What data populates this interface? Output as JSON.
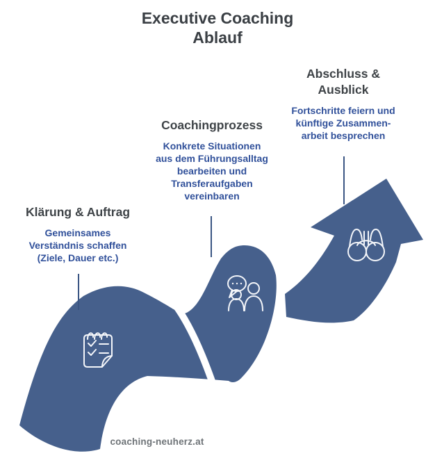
{
  "title": {
    "line1": "Executive Coaching",
    "line2": "Ablauf"
  },
  "stages": [
    {
      "id": "klaerung-auftrag",
      "heading_lines": [
        "Klärung & Auftrag"
      ],
      "body_lines": [
        "Gemeinsames",
        "Verständnis schaffen",
        "(Ziele, Dauer etc.)"
      ],
      "icon": "notepad-checklist-icon"
    },
    {
      "id": "coachingprozess",
      "heading_lines": [
        "Coachingprozess"
      ],
      "body_lines": [
        "Konkrete Situationen",
        "aus dem Führungsalltag",
        "bearbeiten und",
        "Transferaufgaben",
        "vereinbaren"
      ],
      "icon": "chat-people-icon"
    },
    {
      "id": "abschluss-ausblick",
      "heading_lines": [
        "Abschluss &",
        "Ausblick"
      ],
      "body_lines": [
        "Fortschritte feiern und",
        "künftige Zusammen-",
        "arbeit besprechen"
      ],
      "icon": "binoculars-icon"
    }
  ],
  "watermark": "coaching-neuherz.at",
  "colors": {
    "ribbon_blue": "#46608c",
    "heading_gray": "#3e4347",
    "body_blue": "#30509a",
    "leader_line": "#3a5583",
    "watermark_gray": "#6e7377",
    "icon_stroke": "#f4f6fa",
    "background": "#ffffff"
  }
}
